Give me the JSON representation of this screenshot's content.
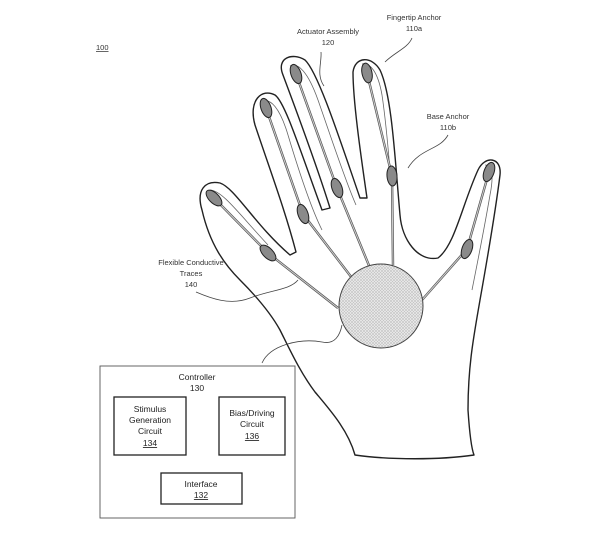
{
  "figure_ref": "100",
  "labels": {
    "actuator_assembly": {
      "name": "Actuator Assembly",
      "ref": "120"
    },
    "fingertip_anchor": {
      "name": "Fingertip Anchor",
      "ref": "110a"
    },
    "base_anchor": {
      "name": "Base Anchor",
      "ref": "110b"
    },
    "traces": {
      "line1": "Flexible Conductive",
      "line2": "Traces",
      "ref": "140"
    }
  },
  "controller": {
    "title": "Controller",
    "ref": "130",
    "stimulus": {
      "line1": "Stimulus",
      "line2": "Generation",
      "line3": "Circuit",
      "ref": "134"
    },
    "bias": {
      "line1": "Bias/Driving",
      "line2": "Circuit",
      "ref": "136"
    },
    "interface": {
      "line1": "Interface",
      "ref": "132"
    }
  }
}
